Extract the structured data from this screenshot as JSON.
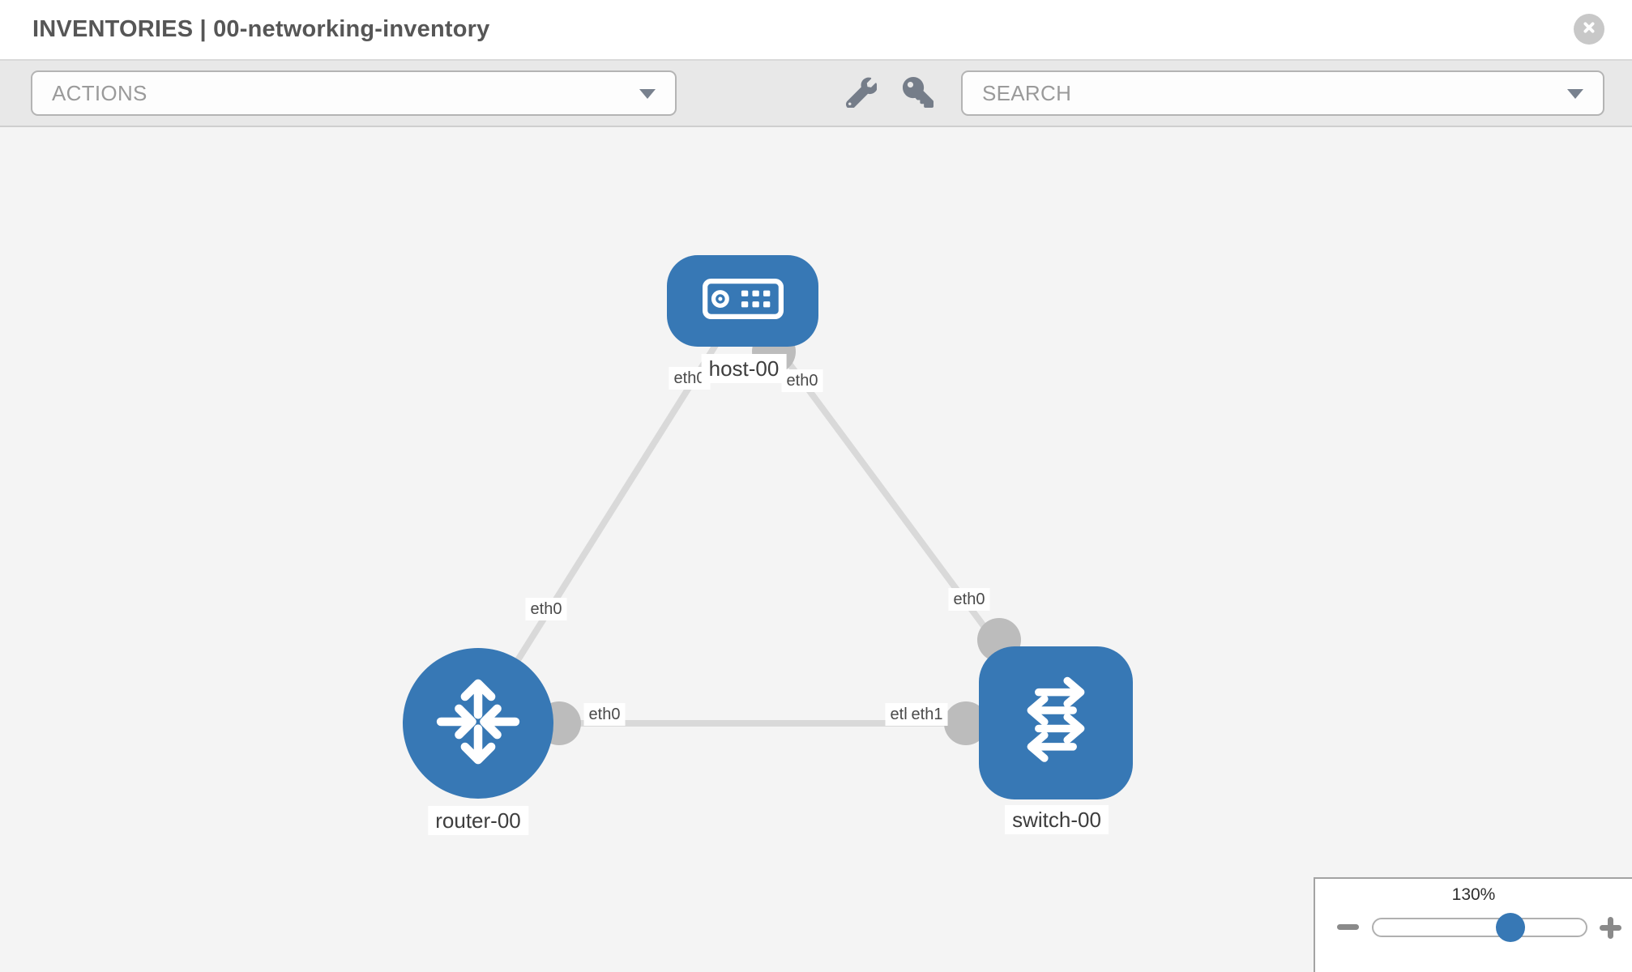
{
  "header": {
    "title": "INVENTORIES | 00-networking-inventory"
  },
  "toolbar": {
    "actions_label": "ACTIONS",
    "search_label": "SEARCH",
    "icons": [
      "wrench-icon",
      "key-icon",
      "caret-down-icon"
    ]
  },
  "topology": {
    "nodes": [
      {
        "label": "host-00",
        "type": "host",
        "icon": "host-icon"
      },
      {
        "label": "router-00",
        "type": "router",
        "icon": "router-icon"
      },
      {
        "label": "switch-00",
        "type": "switch",
        "icon": "switch-icon"
      }
    ],
    "links": [
      {
        "source": "host-00",
        "target": "router-00",
        "source_interface": "eth0",
        "target_interface": "eth0"
      },
      {
        "source": "host-00",
        "target": "switch-00",
        "source_interface": "eth0",
        "target_interface": "eth0"
      },
      {
        "source": "router-00",
        "target": "switch-00",
        "source_interface": "eth0",
        "target_interface": "eth1",
        "target_interface_overlapped": "eth0"
      }
    ]
  },
  "zoom": {
    "level_label": "130%"
  },
  "colors": {
    "node_blue": "#3778b5",
    "link_gray": "#d9d9d9",
    "connector_gray": "#bcbcbc",
    "toolbar_bg": "#e8e8e8",
    "canvas_bg": "#f4f4f4"
  }
}
